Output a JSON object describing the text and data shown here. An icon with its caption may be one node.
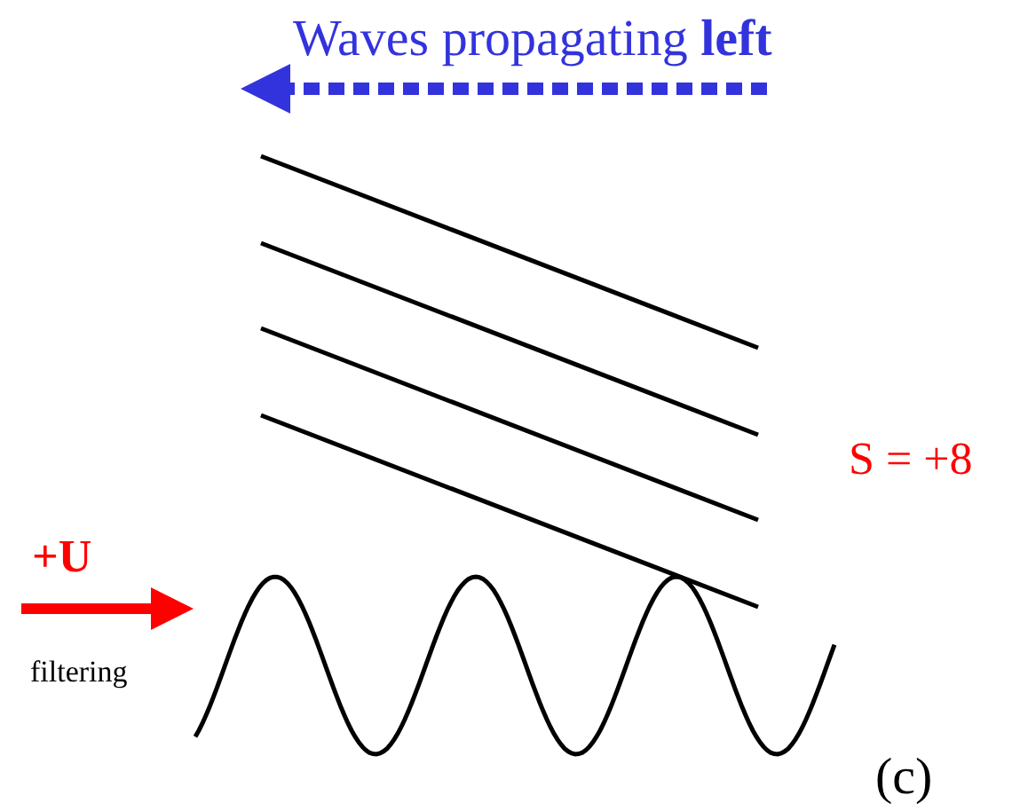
{
  "diagram": {
    "labels": [
      "Waves propagating **left**",
      "S = +8",
      "+U",
      "filtering",
      "(c)"
    ]
  }
}
